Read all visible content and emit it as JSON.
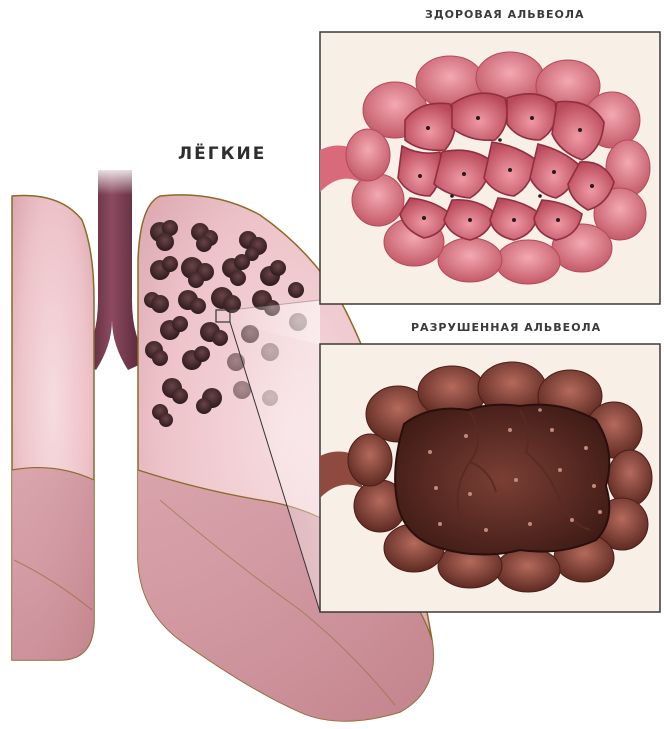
{
  "labels": {
    "lungs": "ЛЁГКИЕ",
    "healthy_alveolus": "ЗДОРОВАЯ АЛЬВЕОЛА",
    "destroyed_alveolus": "РАЗРУШЕННАЯ АЛЬВЕОЛА"
  },
  "colors": {
    "background": "#ffffff",
    "lung_tissue": "#eec2c8",
    "lung_outline": "#8a6a2a",
    "trachea": "#6e2f45",
    "inset_background": "#f8efe6",
    "healthy_alveolus": "#e07d8a",
    "destroyed_alveolus": "#7a3a30",
    "damaged_spots": "#3b2426"
  }
}
